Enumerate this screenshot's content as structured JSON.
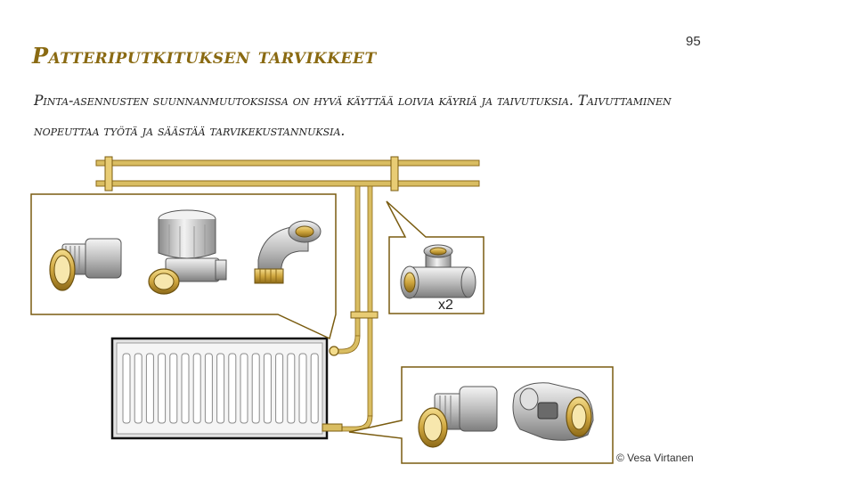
{
  "slide": {
    "page_number": "95",
    "title": "Patteriputkituksen tarvikkeet",
    "body": "Pinta-asennusten suunnanmuutoksissa on hyvä käyttää loivia käyriä ja taivutuksia. Taivuttaminen nopeuttaa työtä ja säästää tarvikekustannuksia.",
    "tee_quantity": "x2",
    "copyright": "© Vesa Virtanen"
  },
  "colors": {
    "title": "#8a6a12",
    "pipe": "#c9a84a",
    "frame": "#7a5c10",
    "fitting_metal": "#bdbdbd",
    "fitting_brass": "#d8b24c",
    "radiator_fill": "#e4e4e4"
  }
}
